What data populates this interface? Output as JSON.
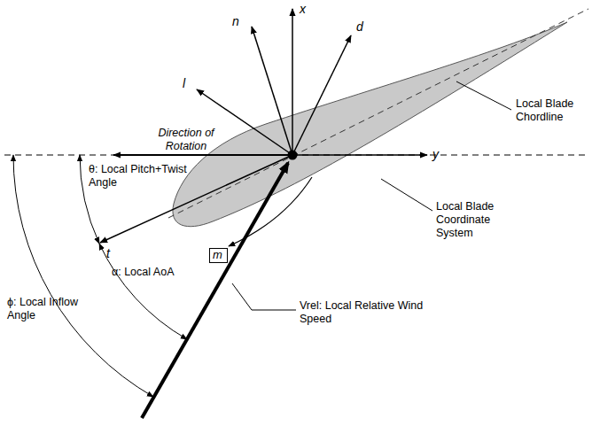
{
  "diagram": {
    "nodes": [
      {
        "text": [
          "m"
        ]
      }
    ],
    "labels": [
      "x",
      "n",
      "d",
      "l",
      "Direction of Rotation",
      "y",
      "t",
      "θ: Local Pitch+Twist Angle",
      "α: Local AoA",
      "ϕ: Local Inflow Angle",
      "Local Blade Chordline",
      "Local Blade Coordinate System",
      "Vrel: Local Relative Wind Speed"
    ]
  }
}
